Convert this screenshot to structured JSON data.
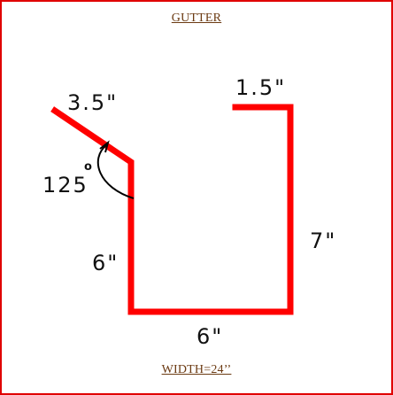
{
  "diagram": {
    "title": "GUTTER",
    "footer": "WIDTH=24’’",
    "dimensions": {
      "flange_left": "3.5\"",
      "angle": "125",
      "angle_degree_mark": "o",
      "side_left": "6\"",
      "bottom": "6\"",
      "side_right": "7\"",
      "flange_right": "1.5\""
    },
    "colors": {
      "profile": "#ff0000",
      "border": "#e00000",
      "title_text": "#6b3a12",
      "dimension_text": "#111111"
    }
  }
}
